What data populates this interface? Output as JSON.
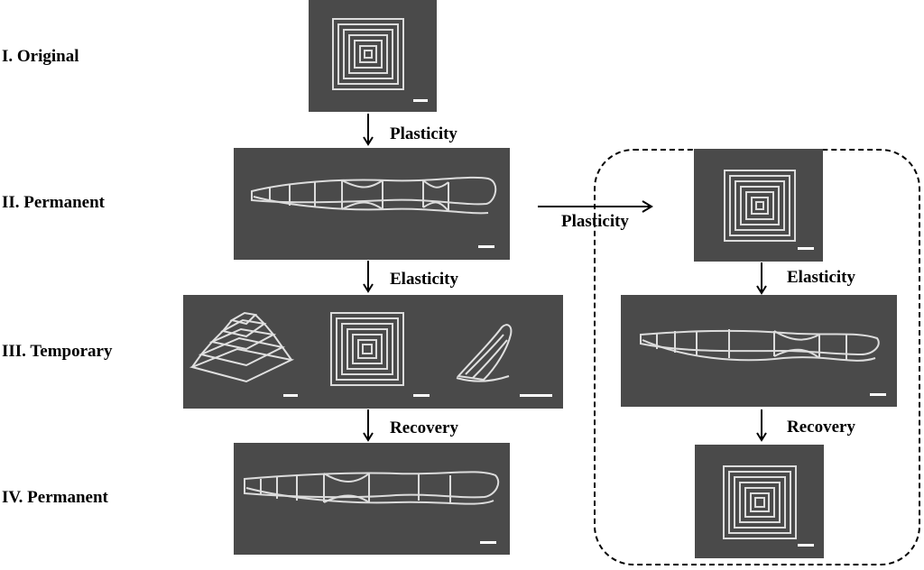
{
  "stages": {
    "original": "I. Original",
    "permanent_1": "II. Permanent",
    "temporary": "III. Temporary",
    "permanent_2": "IV. Permanent"
  },
  "steps": {
    "left_plasticity": "Plasticity",
    "left_elasticity": "Elasticity",
    "left_recovery": "Recovery",
    "branch_plasticity": "Plasticity",
    "right_elasticity": "Elasticity",
    "right_recovery": "Recovery"
  },
  "colors": {
    "photo_background": "#4a4a4a",
    "specimen": "#d9d9d9",
    "dashed_border": "#000000"
  }
}
